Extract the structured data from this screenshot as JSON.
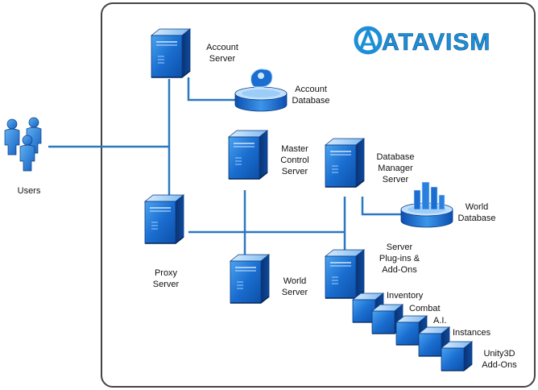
{
  "logo": {
    "text": "ATAVISM",
    "color": "#1e8fd6"
  },
  "colors": {
    "line": "#2a78c2",
    "server_front": "#1a6ed0",
    "server_side": "#0c3d84",
    "frame": "#444444"
  },
  "nodes": {
    "users": {
      "label": "Users"
    },
    "account_server": {
      "line1": "Account",
      "line2": "Server"
    },
    "account_database": {
      "line1": "Account",
      "line2": "Database"
    },
    "master_control_server": {
      "line1": "Master",
      "line2": "Control",
      "line3": "Server"
    },
    "database_manager_server": {
      "line1": "Database",
      "line2": "Manager",
      "line3": "Server"
    },
    "world_database": {
      "line1": "World",
      "line2": "Database"
    },
    "proxy_server": {
      "line1": "Proxy",
      "line2": "Server"
    },
    "world_server": {
      "line1": "World",
      "line2": "Server"
    },
    "plugins_server": {
      "line1": "Server",
      "line2": "Plug-ins &",
      "line3": "Add-Ons"
    }
  },
  "modules": [
    {
      "label": "Inventory"
    },
    {
      "label": "Combat"
    },
    {
      "label": "A.I."
    },
    {
      "label": "Instances"
    },
    {
      "line1": "Unity3D",
      "line2": "Add-Ons"
    }
  ]
}
